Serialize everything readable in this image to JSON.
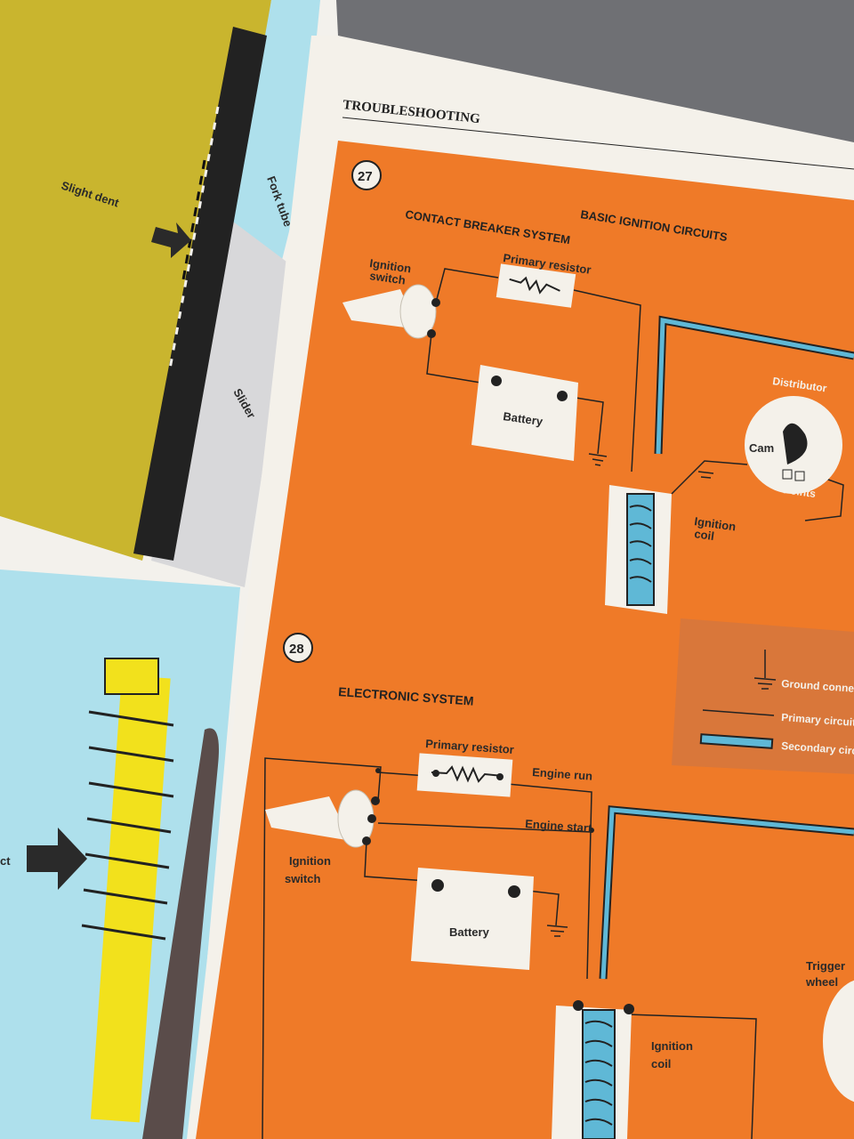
{
  "left_page": {
    "top_labels": {
      "slight_dent": "Slight dent",
      "fork_tube": "Fork tube",
      "slider": "Slider"
    },
    "bottom_labels": {
      "cut_text": "ct"
    }
  },
  "right_page": {
    "header": "TROUBLESHOOTING",
    "main_title": "BASIC IGNITION CIRCUITS",
    "fig27": {
      "number": "27",
      "title": "CONTACT BREAKER SYSTEM",
      "labels": {
        "ignition_switch_1": "Ignition",
        "ignition_switch_2": "switch",
        "primary_resistor": "Primary resistor",
        "battery": "Battery",
        "distributor": "Distributor",
        "cam": "Cam",
        "points": "Points",
        "ignition_coil_1": "Ignition",
        "ignition_coil_2": "coil"
      }
    },
    "legend": {
      "ground": "Ground connect",
      "primary": "Primary circuit",
      "secondary": "Secondary circu"
    },
    "fig28": {
      "number": "28",
      "title": "ELECTRONIC SYSTEM",
      "labels": {
        "primary_resistor": "Primary resistor",
        "engine_run": "Engine run",
        "engine_start": "Engine start",
        "ignition_switch_1": "Ignition",
        "ignition_switch_2": "switch",
        "battery": "Battery",
        "trigger_wheel_1": "Trigger",
        "trigger_wheel_2": "wheel",
        "ignition_coil_1": "Ignition",
        "ignition_coil_2": "coil"
      }
    }
  },
  "colors": {
    "orange": "#ef7a28",
    "yellow_olive": "#c9b52e",
    "light_blue": "#aee0ec",
    "secondary_blue": "#5fb8d6",
    "legend_box": "#d9773a"
  }
}
